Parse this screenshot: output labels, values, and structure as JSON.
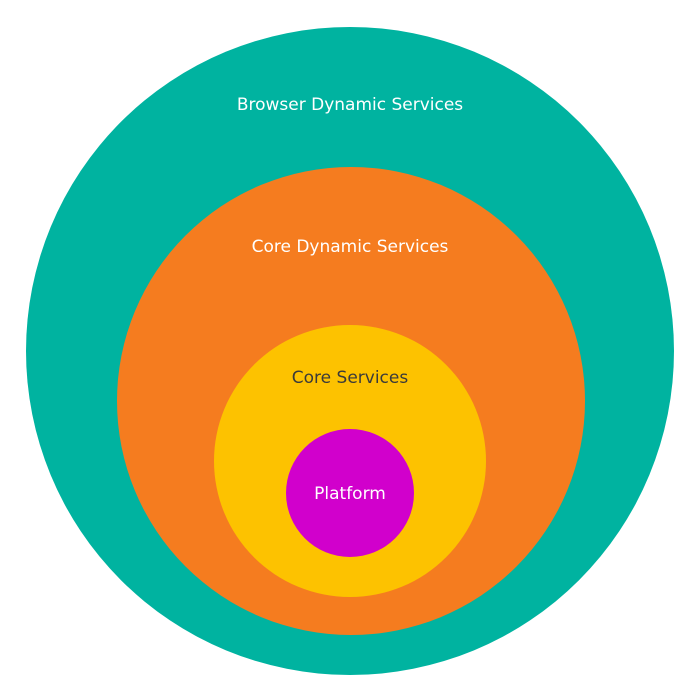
{
  "diagram": {
    "layers": [
      {
        "label": "Browser Dynamic Services",
        "fill": "#00B3A0",
        "text_color": "#ffffff"
      },
      {
        "label": "Core Dynamic Services",
        "fill": "#F57C1F",
        "text_color": "#ffffff"
      },
      {
        "label": "Core Services",
        "fill": "#FDC200",
        "text_color": "#3a3a3a"
      },
      {
        "label": "Platform",
        "fill": "#D100CC",
        "text_color": "#ffffff"
      }
    ]
  }
}
